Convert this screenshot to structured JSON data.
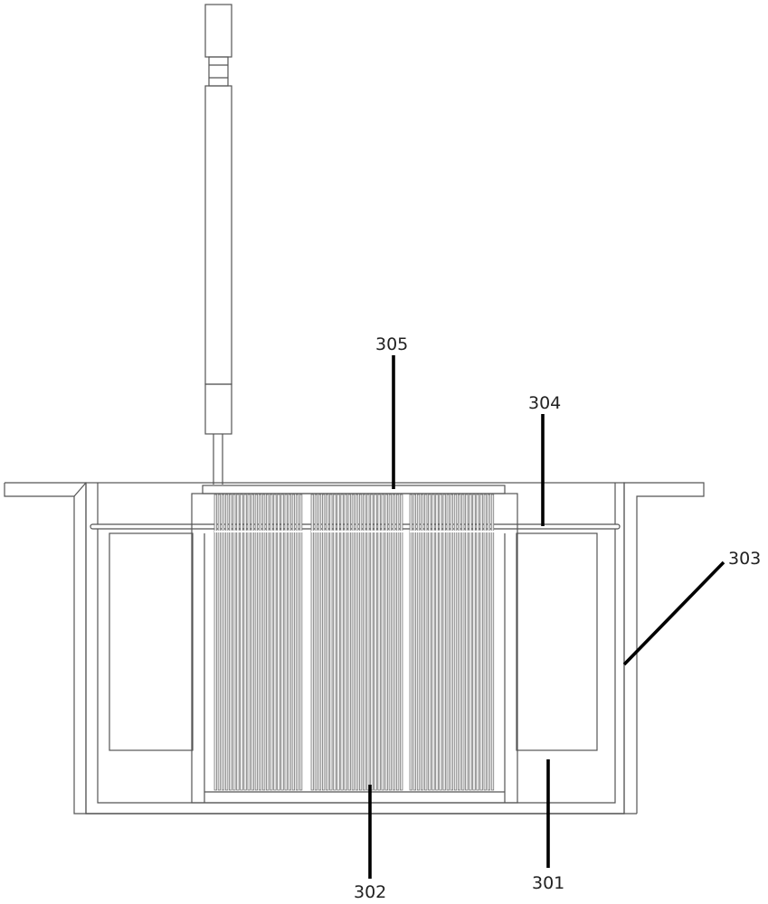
{
  "labels": {
    "l301": "301",
    "l302": "302",
    "l303": "303",
    "l304": "304",
    "l305": "305"
  },
  "colors": {
    "outline": "#555555",
    "leader": "#000000",
    "plate_fill": "#e9e9e9"
  }
}
